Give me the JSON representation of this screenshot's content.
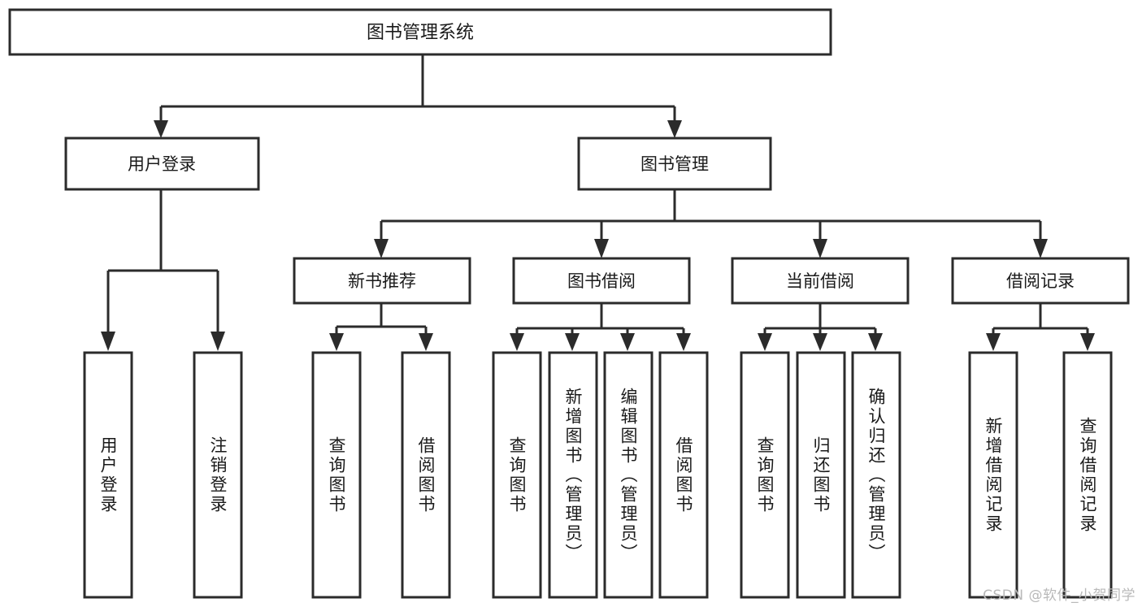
{
  "diagram": {
    "title": "图书管理系统",
    "type": "tree-hierarchy",
    "colors": {
      "box_fill": "#ffffff",
      "box_stroke": "#2b2b2b",
      "text": "#1a1a1a",
      "background": "#ffffff",
      "watermark": "#b9b9b9"
    },
    "root": {
      "label": "图书管理系统"
    },
    "level2": [
      {
        "label": "用户登录"
      },
      {
        "label": "图书管理"
      }
    ],
    "level3": [
      {
        "label": "新书推荐"
      },
      {
        "label": "图书借阅"
      },
      {
        "label": "当前借阅"
      },
      {
        "label": "借阅记录"
      }
    ],
    "leaves": {
      "user_login": [
        {
          "label": "用户登录"
        },
        {
          "label": "注销登录"
        }
      ],
      "new_book_recommend": [
        {
          "label": "查询图书"
        },
        {
          "label": "借阅图书"
        }
      ],
      "book_borrow": [
        {
          "label": "查询图书"
        },
        {
          "label": "新增图书（管理员）"
        },
        {
          "label": "编辑图书（管理员）"
        },
        {
          "label": "借阅图书"
        }
      ],
      "current_borrow": [
        {
          "label": "查询图书"
        },
        {
          "label": "归还图书"
        },
        {
          "label": "确认归还（管理员）"
        }
      ],
      "borrow_record": [
        {
          "label": "新增借阅记录"
        },
        {
          "label": "查询借阅记录"
        }
      ]
    },
    "watermark": "CSDN @软件_小贺同学"
  }
}
